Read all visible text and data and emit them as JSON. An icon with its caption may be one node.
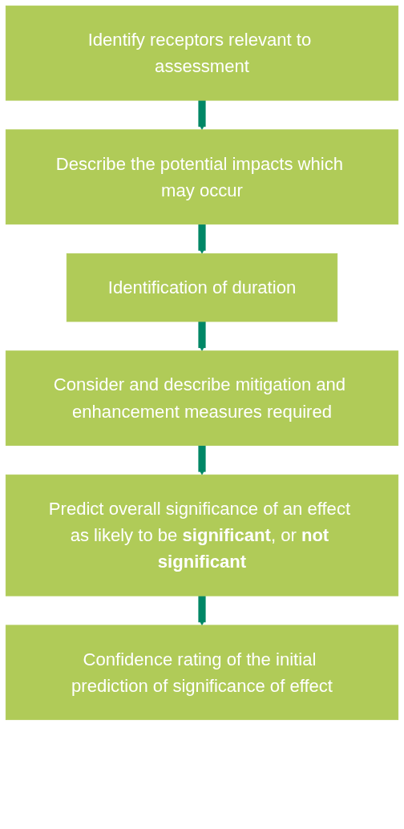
{
  "diagram": {
    "nodes": [
      {
        "text": [
          "Identify receptors relevant to assessment"
        ]
      },
      {
        "text": [
          "Describe the potential impacts which may occur"
        ]
      },
      {
        "text": [
          "Identification of duration"
        ]
      },
      {
        "text": [
          "Consider and describe mitigation and enhancement measures required"
        ]
      },
      {
        "text": [
          "Predict overall significance of an effect as likely to be **significant**, or **not significant**"
        ]
      },
      {
        "text": [
          "Confidence rating of the initial prediction of significance of effect"
        ]
      }
    ],
    "edges": [
      {
        "from": 0,
        "to": 1,
        "arrow": "to"
      },
      {
        "from": 1,
        "to": 2,
        "arrow": "to"
      },
      {
        "from": 2,
        "to": 3,
        "arrow": "to"
      },
      {
        "from": 3,
        "to": 4,
        "arrow": "to"
      },
      {
        "from": 4,
        "to": 5,
        "arrow": "to"
      }
    ]
  }
}
